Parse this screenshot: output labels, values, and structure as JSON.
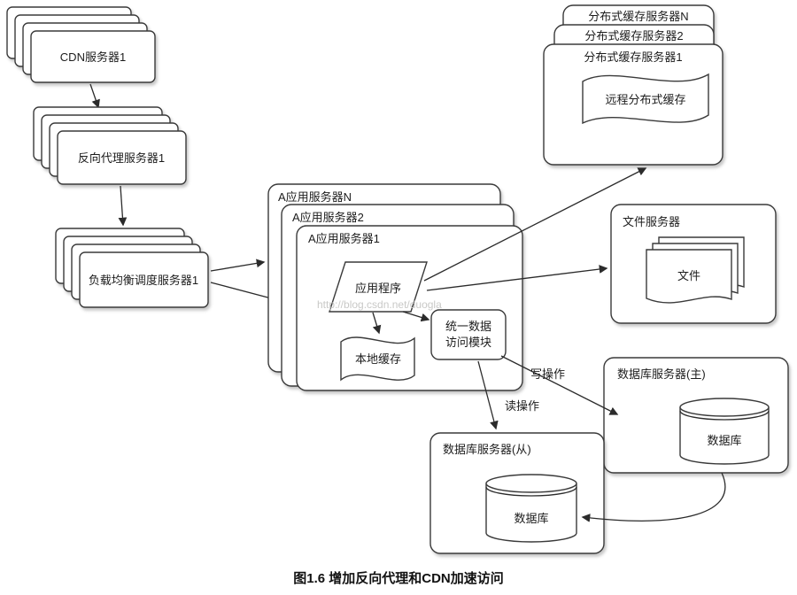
{
  "page": {
    "caption": "图1.6  增加反向代理和CDN加速访问",
    "watermark": "http://blog.csdn.net/duogla"
  },
  "nodes": {
    "cdn": {
      "label": "CDN服务器1"
    },
    "reverse_proxy": {
      "label": "反向代理服务器1"
    },
    "load_balancer": {
      "label": "负载均衡调度服务器1"
    },
    "app_server_n": {
      "label": "A应用服务器N"
    },
    "app_server_2": {
      "label": "A应用服务器2"
    },
    "app_server_1": {
      "label": "A应用服务器1"
    },
    "application": {
      "label": "应用程序"
    },
    "local_cache": {
      "label": "本地缓存"
    },
    "data_access_module": {
      "line1": "统一数据",
      "line2": "访问模块"
    },
    "dist_cache_n": {
      "label": "分布式缓存服务器N"
    },
    "dist_cache_2": {
      "label": "分布式缓存服务器2"
    },
    "dist_cache_1": {
      "label": "分布式缓存服务器1"
    },
    "remote_cache": {
      "label": "远程分布式缓存"
    },
    "file_server": {
      "label": "文件服务器"
    },
    "file": {
      "label": "文件"
    },
    "db_master": {
      "label": "数据库服务器(主)"
    },
    "db_master_db": {
      "label": "数据库"
    },
    "db_slave": {
      "label": "数据库服务器(从)"
    },
    "db_slave_db": {
      "label": "数据库"
    }
  },
  "edges": {
    "write_label": "写操作",
    "read_label": "读操作"
  },
  "colors": {
    "stroke": "#3a3a3a",
    "fill": "#ffffff",
    "background": "#ffffff",
    "watermark": "#c9c9c7",
    "text": "#1c1c1c"
  }
}
